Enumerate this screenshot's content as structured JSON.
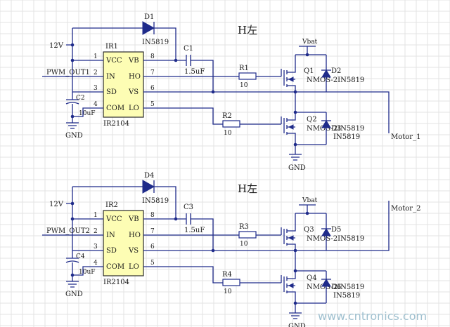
{
  "circuits": [
    {
      "heading": "H左",
      "ic": {
        "ref": "IR1",
        "part": "IR2104",
        "pins": [
          "VCC",
          "IN",
          "SD",
          "COM",
          "VB",
          "HO",
          "VS",
          "LO"
        ],
        "pin_numbers": [
          "1",
          "2",
          "3",
          "4",
          "8",
          "7",
          "6",
          "5"
        ]
      },
      "supply": "12V",
      "pwm": "PWM_OUT1",
      "bootstrap_diode": {
        "ref": "D1",
        "part": "IN5819"
      },
      "boot_cap": {
        "ref": "C1",
        "value": "1.5uF"
      },
      "decoupling_cap": {
        "ref": "C2",
        "value": "10uF"
      },
      "gate_res_high": {
        "ref": "R1",
        "value": "10"
      },
      "gate_res_low": {
        "ref": "R2",
        "value": "10"
      },
      "vbat": "Vbat",
      "high_fet": {
        "ref": "Q1",
        "label": "NMOS-2",
        "diode_ref": "D2",
        "diode_part": "IN5819",
        "diode_text": "NMOS-2IN5819"
      },
      "low_fet": {
        "ref": "Q2",
        "label": "NMOS-2",
        "diode_ref": "D3",
        "diode_part": "IN5819",
        "diode_text": "NMOS-2IN5819"
      },
      "gnd_ic": "GND",
      "gnd_bridge": "GND",
      "motor": "Motor_1"
    },
    {
      "heading": "H左",
      "ic": {
        "ref": "IR2",
        "part": "IR2104",
        "pins": [
          "VCC",
          "IN",
          "SD",
          "COM",
          "VB",
          "HO",
          "VS",
          "LO"
        ],
        "pin_numbers": [
          "1",
          "2",
          "3",
          "4",
          "8",
          "7",
          "6",
          "5"
        ]
      },
      "supply": "12V",
      "pwm": "PWM_OUT2",
      "bootstrap_diode": {
        "ref": "D4",
        "part": "IN5819"
      },
      "boot_cap": {
        "ref": "C3",
        "value": "1.5uF"
      },
      "decoupling_cap": {
        "ref": "C4",
        "value": "10uF"
      },
      "gate_res_high": {
        "ref": "R3",
        "value": "10"
      },
      "gate_res_low": {
        "ref": "R4",
        "value": "10"
      },
      "vbat": "Vbat",
      "high_fet": {
        "ref": "Q3",
        "label": "NMOS-2",
        "diode_ref": "D5",
        "diode_part": "IN5819",
        "diode_text": "NMOS-2IN5819"
      },
      "low_fet": {
        "ref": "Q4",
        "label": "NMOS-2",
        "diode_ref": "D6",
        "diode_part": "IN5819",
        "diode_text": "NMOS-2IN5819"
      },
      "gnd_ic": "GND",
      "gnd_bridge": "GND",
      "motor": "Motor_2"
    }
  ],
  "watermark": "www.cntronics.com"
}
